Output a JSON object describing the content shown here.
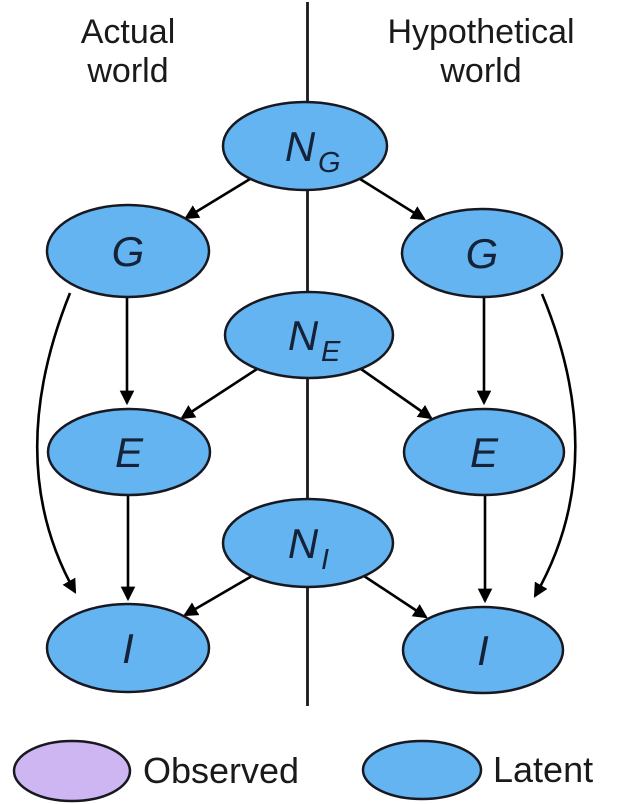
{
  "headers": {
    "left": {
      "line1": "Actual",
      "line2": "world"
    },
    "right": {
      "line1": "Hypothetical",
      "line2": "world"
    }
  },
  "nodes": {
    "ng": {
      "main": "N",
      "sub": "G"
    },
    "ne": {
      "main": "N",
      "sub": "E"
    },
    "ni": {
      "main": "N",
      "sub": "I"
    },
    "g_actual": {
      "main": "G"
    },
    "g_hyp": {
      "main": "G"
    },
    "e_actual": {
      "main": "E"
    },
    "e_hyp": {
      "main": "E"
    },
    "i_actual": {
      "main": "I"
    },
    "i_hyp": {
      "main": "I"
    }
  },
  "edges": [
    {
      "from": "N_G",
      "to": "G (actual)"
    },
    {
      "from": "N_G",
      "to": "G (hypothetical)"
    },
    {
      "from": "G (actual)",
      "to": "E (actual)"
    },
    {
      "from": "G (hypothetical)",
      "to": "E (hypothetical)"
    },
    {
      "from": "N_E",
      "to": "E (actual)"
    },
    {
      "from": "N_E",
      "to": "E (hypothetical)"
    },
    {
      "from": "E (actual)",
      "to": "I (actual)"
    },
    {
      "from": "E (hypothetical)",
      "to": "I (hypothetical)"
    },
    {
      "from": "N_I",
      "to": "I (actual)"
    },
    {
      "from": "N_I",
      "to": "I (hypothetical)"
    },
    {
      "from": "G (actual)",
      "to": "I (actual)",
      "style": "curved"
    },
    {
      "from": "G (hypothetical)",
      "to": "I (hypothetical)",
      "style": "curved"
    }
  ],
  "legend": {
    "observed": "Observed",
    "latent": "Latent"
  },
  "colors": {
    "latent_fill": "#63B4F1",
    "observed_fill": "#CDB6F2",
    "node_stroke": "#181820",
    "arrow": "#000000",
    "text": "#1A1A1A"
  }
}
